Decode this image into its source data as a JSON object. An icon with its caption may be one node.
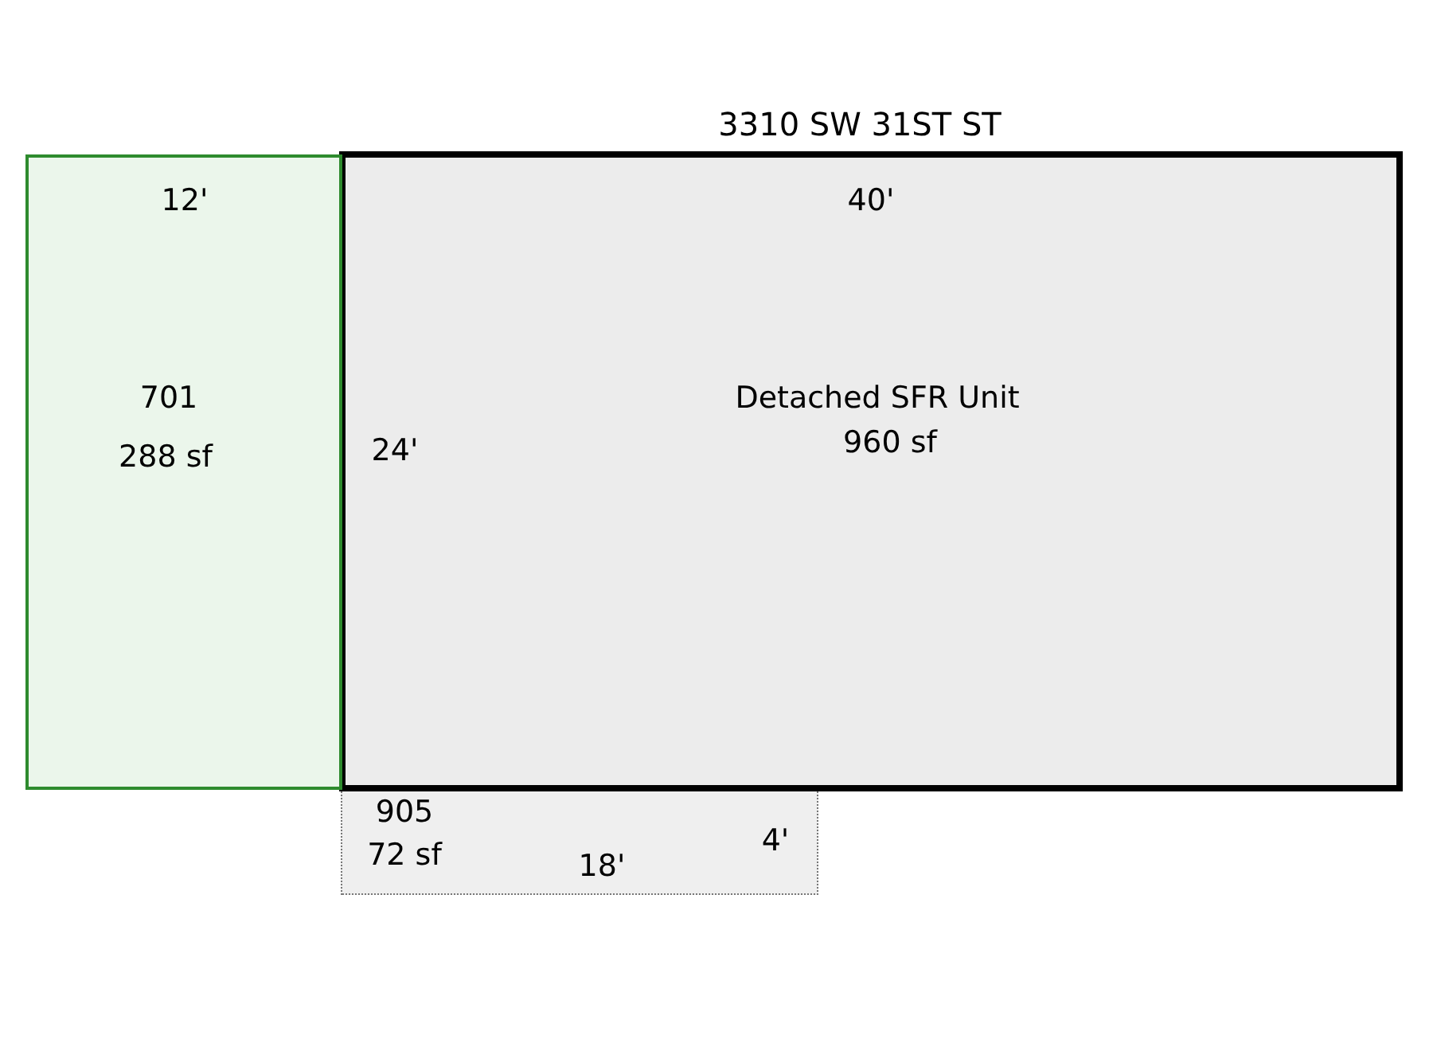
{
  "diagram": {
    "title": "3310 SW 31ST ST",
    "nodes": [
      {
        "text": [
          "701",
          "288 sf"
        ]
      },
      {
        "text": [
          "Detached SFR Unit",
          "960 sf"
        ]
      },
      {
        "text": [
          "905",
          "72 sf"
        ]
      }
    ],
    "labels": [
      "12'",
      "40'",
      "24'",
      "4'",
      "18'"
    ]
  }
}
